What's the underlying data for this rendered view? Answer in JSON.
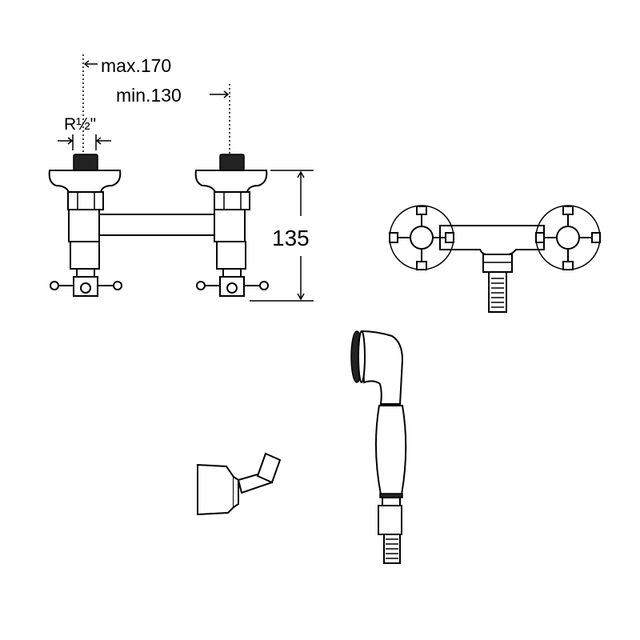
{
  "drawing": {
    "colors": {
      "line": "#000000",
      "background": "#ffffff"
    },
    "dimensions": {
      "max_spacing": "max.170",
      "min_spacing": "min.130",
      "thread": "R½\"",
      "height": "135"
    }
  }
}
